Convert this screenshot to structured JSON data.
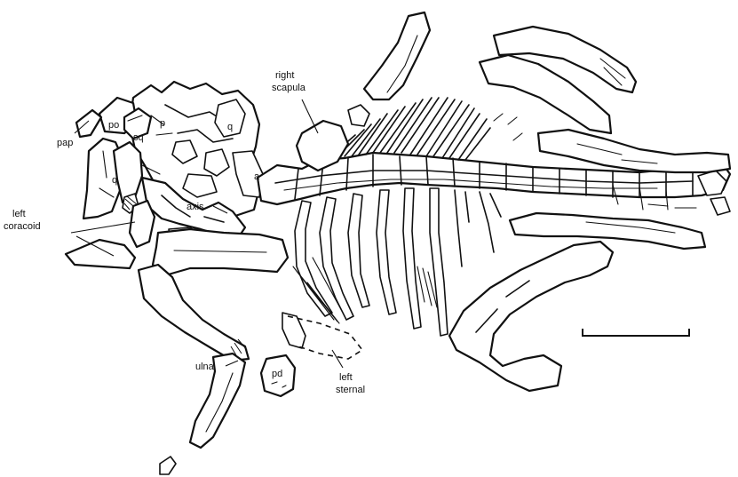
{
  "labels": {
    "pap": "pap",
    "po": "po",
    "sq": "sq",
    "p": "p",
    "q_top": "q",
    "q_left": "q",
    "a": "a",
    "axis": "axis",
    "right_scapula_1": "right",
    "right_scapula_2": "scapula",
    "left_coracoid_1": "left",
    "left_coracoid_2": "coracoid",
    "ulna": "ulna",
    "pd": "pd",
    "left_sternal_1": "left",
    "left_sternal_2": "sternal"
  }
}
